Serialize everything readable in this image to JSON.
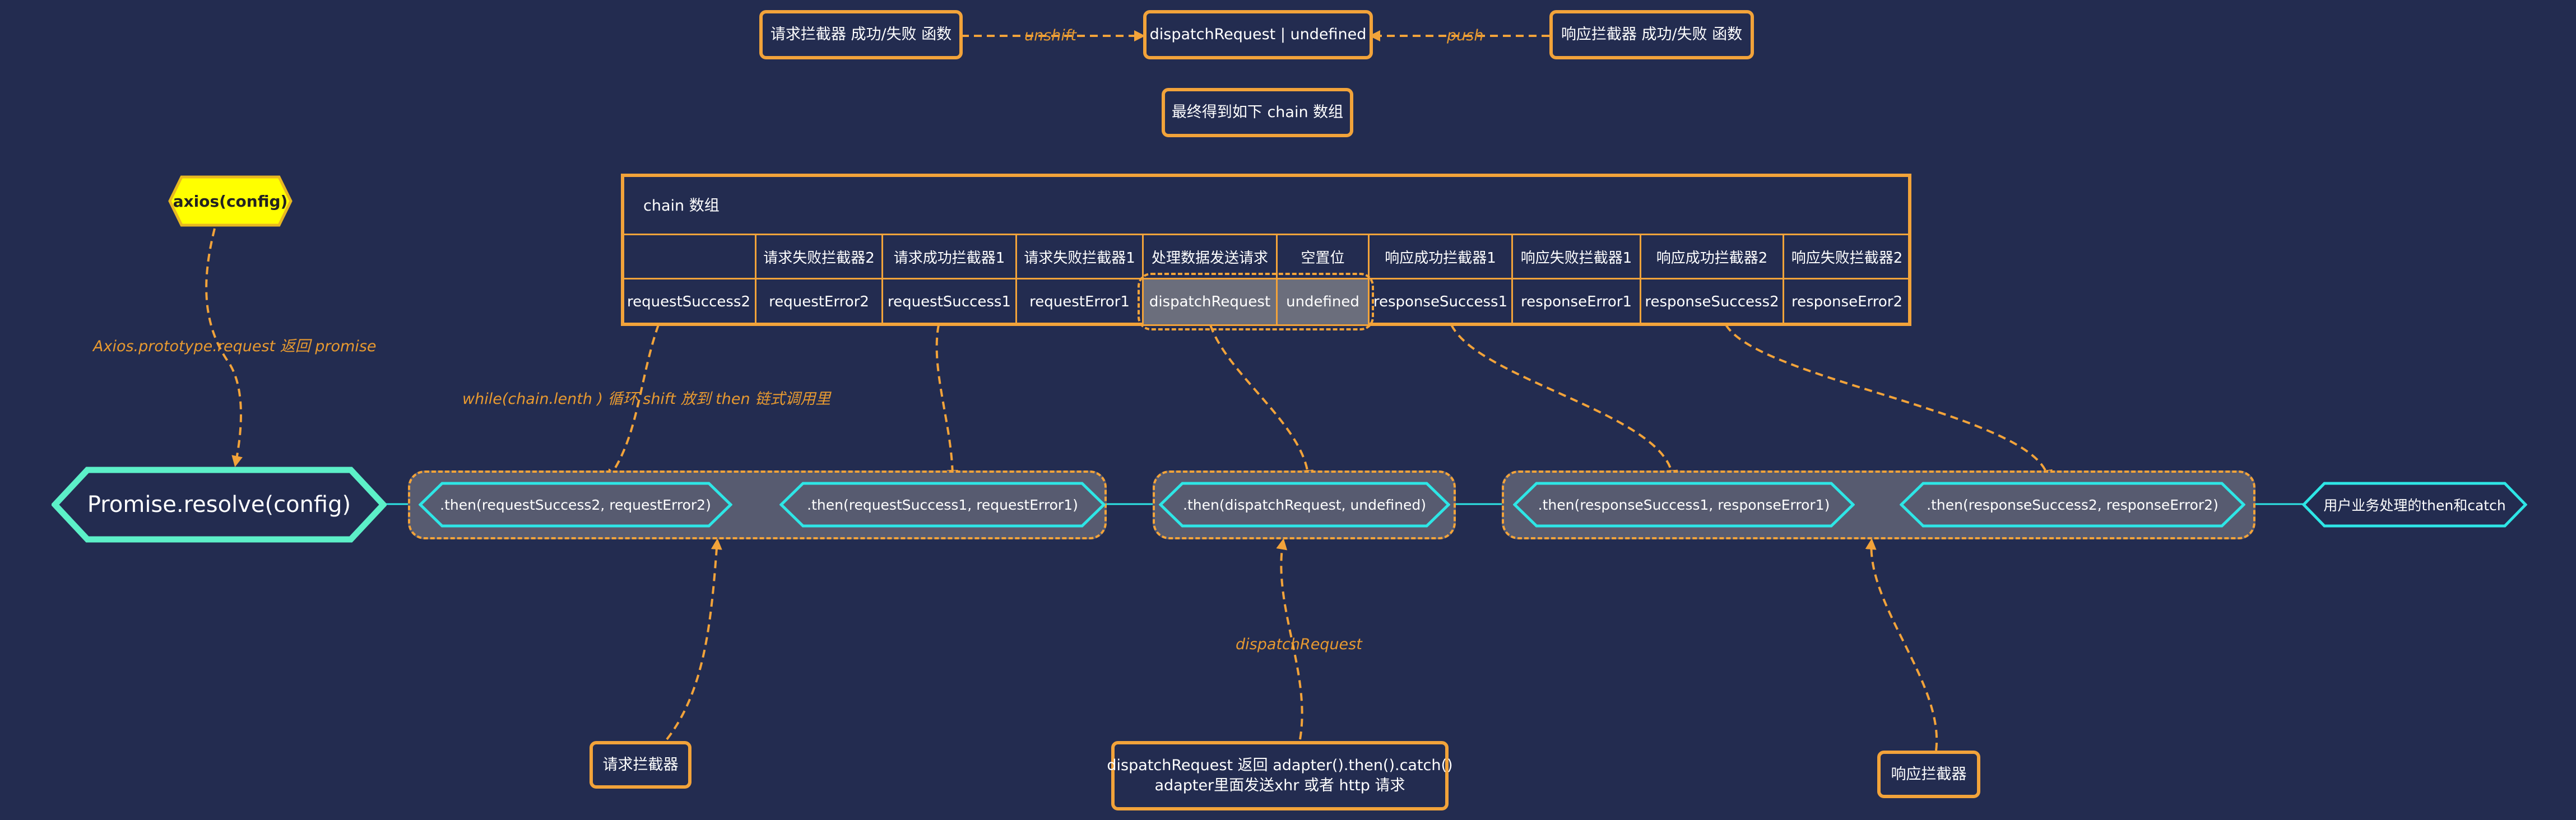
{
  "top": {
    "request_interceptors": "请求拦截器 成功/失败 函数",
    "dispatch": "dispatchRequest | undefined",
    "response_interceptors": "响应拦截器 成功/失败 函数",
    "unshift_label": "unshift",
    "push_label": "push",
    "result": "最终得到如下 chain 数组"
  },
  "axios_call": "axios(config)",
  "request_return_label": "Axios.prototype.request 返回  promise",
  "while_label": "while(chain.lenth ) 循环 shift 放到 then 链式调用里",
  "promise_resolve": "Promise.resolve(config)",
  "chain": {
    "title": "chain 数组",
    "headers": [
      "",
      "请求失败拦截器2",
      "请求成功拦截器1",
      "请求失败拦截器1",
      "处理数据发送请求",
      "空置位",
      "响应成功拦截器1",
      "响应失败拦截器1",
      "响应成功拦截器2",
      "响应失败拦截器2"
    ],
    "values": [
      "requestSuccess2",
      "requestError2",
      "requestSuccess1",
      "requestError1",
      "dispatchRequest",
      "undefined",
      "responseSuccess1",
      "responseError1",
      "responseSuccess2",
      "responseError2"
    ]
  },
  "thens": [
    ".then(requestSuccess2, requestError2)",
    ".then(requestSuccess1, requestError1)",
    ".then(dispatchRequest, undefined)",
    ".then(responseSuccess1, responseError1)",
    ".then(responseSuccess2,  responseError2)"
  ],
  "user_handler": "用户业务处理的then和catch",
  "bottom": {
    "request_interceptor": "请求拦截器",
    "dispatch_label": "dispatchRequest",
    "dispatch_line1": "dispatchRequest 返回 adapter().then().catch()",
    "dispatch_line2": "adapter里面发送xhr 或者 http 请求",
    "response_interceptor": "响应拦截器"
  },
  "colors": {
    "orange": "#f2a33a",
    "cyan": "#2ee6e6",
    "mint": "#5cf0c8",
    "yellow": "#ffff00",
    "background": "#232c50"
  }
}
